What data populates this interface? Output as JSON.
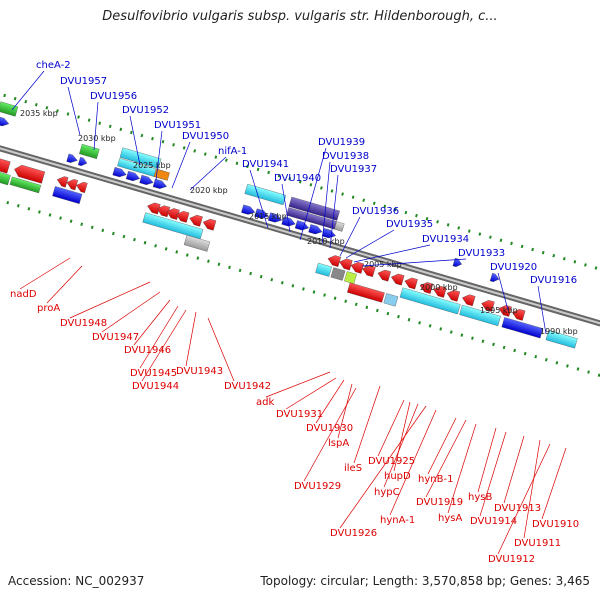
{
  "title": "Desulfovibrio vulgaris subsp. vulgaris str. Hildenborough, c...",
  "footer": {
    "accession": "Accession: NC_002937",
    "summary": "Topology: circular; Length: 3,570,858 bp; Genes: 3,465"
  },
  "colors": {
    "forward_label": "#0000cc",
    "reverse_label": "#dd0000",
    "forward_arrow": "#0000dd",
    "reverse_arrow": "#ee0000",
    "backbone": "#888888",
    "dotted_track": "#228822"
  },
  "ticks": [
    {
      "label": "2035 kbp"
    },
    {
      "label": "2030 kbp"
    },
    {
      "label": "2025 kbp"
    },
    {
      "label": "2020 kbp"
    },
    {
      "label": "2015 kbp"
    },
    {
      "label": "2010 kbp"
    },
    {
      "label": "2005 kbp"
    },
    {
      "label": "2000 kbp"
    },
    {
      "label": "1995 kbp"
    },
    {
      "label": "1990 kbp"
    }
  ],
  "forward_genes": [
    {
      "label": "cheA-2"
    },
    {
      "label": "DVU1957"
    },
    {
      "label": "DVU1956"
    },
    {
      "label": "DVU1952"
    },
    {
      "label": "DVU1951"
    },
    {
      "label": "DVU1950"
    },
    {
      "label": "nifA-1"
    },
    {
      "label": "DVU1941"
    },
    {
      "label": "DVU1940"
    },
    {
      "label": "DVU1939"
    },
    {
      "label": "DVU1938"
    },
    {
      "label": "DVU1937"
    },
    {
      "label": "DVU1936"
    },
    {
      "label": "DVU1935"
    },
    {
      "label": "DVU1934"
    },
    {
      "label": "DVU1933"
    },
    {
      "label": "DVU1920"
    },
    {
      "label": "DVU1916"
    }
  ],
  "reverse_genes": [
    {
      "label": "nadD"
    },
    {
      "label": "proA"
    },
    {
      "label": "DVU1948"
    },
    {
      "label": "DVU1947"
    },
    {
      "label": "DVU1946"
    },
    {
      "label": "DVU1945"
    },
    {
      "label": "DVU1944"
    },
    {
      "label": "DVU1943"
    },
    {
      "label": "DVU1942"
    },
    {
      "label": "adk"
    },
    {
      "label": "DVU1931"
    },
    {
      "label": "DVU1930"
    },
    {
      "label": "lspA"
    },
    {
      "label": "ileS"
    },
    {
      "label": "DVU1929"
    },
    {
      "label": "DVU1925"
    },
    {
      "label": "hupD"
    },
    {
      "label": "hypC"
    },
    {
      "label": "DVU1926"
    },
    {
      "label": "hynA-1"
    },
    {
      "label": "hynB-1"
    },
    {
      "label": "DVU1919"
    },
    {
      "label": "hysA"
    },
    {
      "label": "hysB"
    },
    {
      "label": "DVU1914"
    },
    {
      "label": "DVU1913"
    },
    {
      "label": "DVU1911"
    },
    {
      "label": "DVU1912"
    },
    {
      "label": "DVU1910"
    }
  ]
}
